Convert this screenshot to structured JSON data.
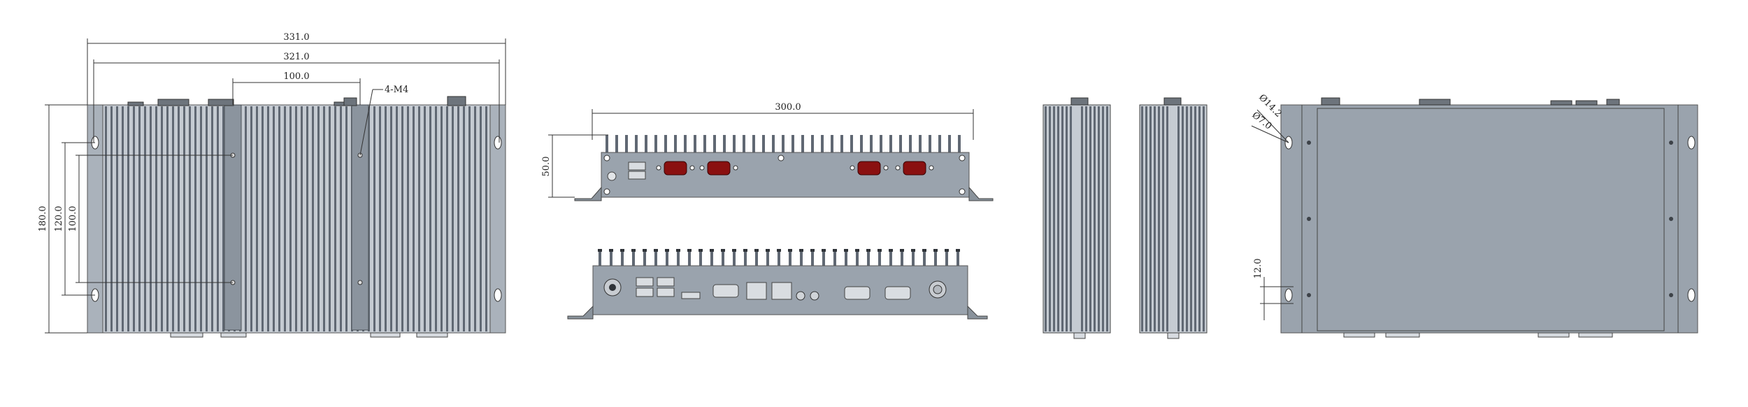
{
  "dimensions": {
    "top_view": {
      "overall_width": "331.0",
      "mount_span": "321.0",
      "bracket_span": "100.0",
      "hole_callout": "4-M4",
      "overall_height": "180.0",
      "hole_pitch_outer": "120.0",
      "hole_pitch_inner": "100.0"
    },
    "front_view": {
      "width": "300.0",
      "height": "50.0"
    },
    "bottom_view": {
      "slot_large": "Ø14.2",
      "slot_small": "Ø7.0",
      "slot_offset": "12.0"
    }
  },
  "colors": {
    "housing": "#9aa3ad",
    "fins": "#606873",
    "serial_ports": "#8a1010"
  }
}
